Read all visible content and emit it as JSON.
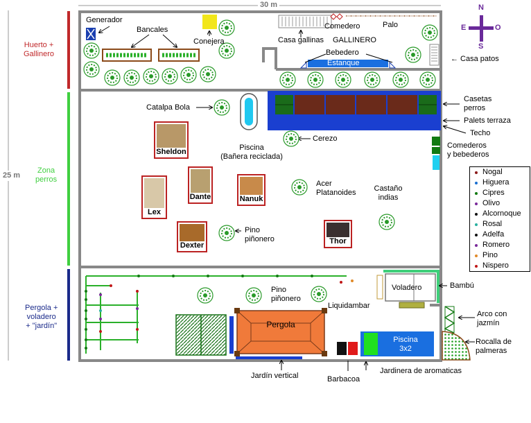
{
  "dimensions": {
    "width_label": "30 m",
    "height_label": "25 m"
  },
  "compass": {
    "n": "N",
    "s": "S",
    "e": "E",
    "o": "O",
    "color": "#6a2a9a"
  },
  "zones": [
    {
      "lines": [
        "Huerto +",
        "Gallinero"
      ],
      "color": "#c0282a"
    },
    {
      "lines": [
        "Zona",
        "perros"
      ],
      "color": "#3fcf3f"
    },
    {
      "lines": [
        "Pergola +",
        "voladero",
        "+ \"jardín\""
      ],
      "color": "#1a2a8a"
    }
  ],
  "labels": {
    "generador": "Generador",
    "bancales": "Bancales",
    "coneja": "Conejera",
    "comedero": "Comedero",
    "palo": "Palo",
    "casa_gallinas": "Casa gallinas",
    "gallinero": "GALLINERO",
    "bebedero": "Bebedero",
    "estanque": "Estanque",
    "casa_patos": "← Casa patos",
    "casetas_perros": [
      "Casetas",
      "perros"
    ],
    "palets_terraza": "Palets terraza",
    "techo": "Techo",
    "comederos_bebederos": [
      "Comederos",
      "y bebederos"
    ],
    "catalpa": "Catalpa Bola",
    "piscina_banera": [
      "Piscina",
      "(Bañera reciclada)"
    ],
    "cerezo": "Cerezo",
    "acer": [
      "Acer",
      "Platanoides"
    ],
    "castano": [
      "Castaño",
      "indias"
    ],
    "pino1": [
      "Pino",
      "piñonero"
    ],
    "pino2": [
      "Pino",
      "piñonero"
    ],
    "liquidambar": "Liquidambar",
    "voladero": "Voladero",
    "bambu": "Bambú",
    "arco": [
      "Arco con",
      "jazmín"
    ],
    "rocalla": [
      "Rocalla de",
      "palmeras"
    ],
    "pergola": "Pergola",
    "piscina3x2": [
      "Piscina",
      "3x2"
    ],
    "jardin_vertical": "Jardín vertical",
    "barbacoa": "Barbacoa",
    "jardinera": "Jardinera de aromaticas"
  },
  "dogs": [
    "Sheldon",
    "Dante",
    "Nanuk",
    "Lex",
    "Dexter",
    "Thor"
  ],
  "legend": [
    {
      "name": "Nogal",
      "color": "#8b1a1a"
    },
    {
      "name": "Higuera",
      "color": "#1a6fd0"
    },
    {
      "name": "Cipres",
      "color": "#127a12"
    },
    {
      "name": "Olivo",
      "color": "#7a2a9a"
    },
    {
      "name": "Alcornoque",
      "color": "#111111"
    },
    {
      "name": "Rosal",
      "color": "#2ab0a0"
    },
    {
      "name": "Adelfa",
      "color": "#111111"
    },
    {
      "name": "Romero",
      "color": "#7a2a9a"
    },
    {
      "name": "Pino",
      "color": "#e08a2a"
    },
    {
      "name": "Nispero",
      "color": "#c01818"
    }
  ]
}
